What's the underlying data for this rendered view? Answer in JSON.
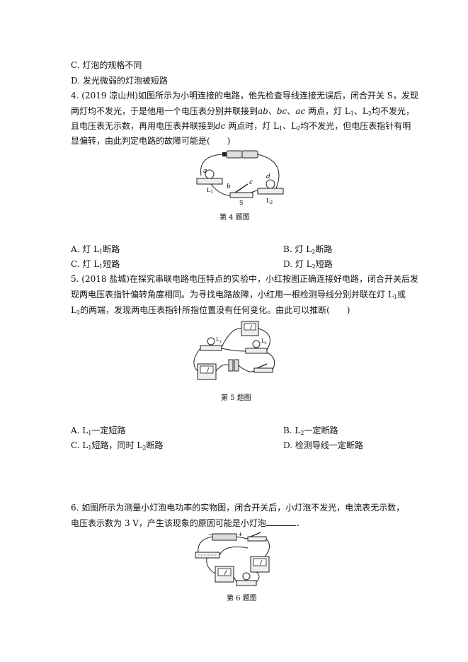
{
  "q3": {
    "opt_c": "C. 灯泡的规格不同",
    "opt_d": "D. 发光微弱的灯泡被短路"
  },
  "q4": {
    "line1": "4. (2019 凉山州)如图所示为小明连接的电路，他先检查导线连接无误后，闭合开关 S，发现",
    "line2_a": "两灯均不发光，于是他用一个电压表分别并联接到",
    "line2_ab": "ab",
    "line2_sep1": "、",
    "line2_bc": "bc",
    "line2_sep2": "、",
    "line2_ac": "ac",
    "line2_b": " 两点，灯 L",
    "line2_sub1": "1",
    "line2_c": "、L",
    "line2_sub2": "2",
    "line2_d": "均不发光，",
    "line3_a": "且电压表无示数，再用电压表并联接到",
    "line3_dc": "dc",
    "line3_b": " 两点时，灯 L",
    "line3_sub1": "1",
    "line3_c": "、L",
    "line3_sub2": "2",
    "line3_d": "均不发光，但电压表指针有明",
    "line4": "显偏转，由此判定电路的故障可能是(　　)",
    "figure_labels": {
      "a": "a",
      "b": "b",
      "c": "c",
      "d": "d",
      "L1": "L",
      "L1_sub": "1",
      "S": "S",
      "L2": "L",
      "L2_sub": "2"
    },
    "caption": "第 4 题图",
    "opt_a_pre": "A. 灯 L",
    "opt_a_sub": "1",
    "opt_a_post": "断路",
    "opt_b_pre": "B. 灯 L",
    "opt_b_sub": "2",
    "opt_b_post": "断路",
    "opt_c_pre": "C. 灯 L",
    "opt_c_sub": "1",
    "opt_c_post": "短路",
    "opt_d_pre": "D. 灯 L",
    "opt_d_sub": "2",
    "opt_d_post": "短路"
  },
  "q5": {
    "line1": "5. (2018 盐城)在探究串联电路电压特点的实验中，小红按图正确连接好电路，闭合开关后发",
    "line2_a": "现两电压表指针偏转角度相同。为寻找电路故障，小红用一根检测导线分别并联在灯 L",
    "line2_sub": "1",
    "line2_b": "或",
    "line3_a": "L",
    "line3_sub": "2",
    "line3_b": "的两端，发现两电压表指针所指位置没有任何变化。由此可以推断(　　)",
    "figure_labels": {
      "L1": "L",
      "L1_sub": "1",
      "L2": "L",
      "L2_sub": "2"
    },
    "caption": "第 5 题图",
    "opt_a_pre": "A. L",
    "opt_a_sub": "1",
    "opt_a_post": "一定短路",
    "opt_b_pre": "B. L",
    "opt_b_sub": "2",
    "opt_b_post": "一定断路",
    "opt_c_pre": "C. L",
    "opt_c_sub": "1",
    "opt_c_mid": "短路，同时 L",
    "opt_c_sub2": "2",
    "opt_c_post": "断路",
    "opt_d": "D. 检测导线一定断路"
  },
  "q6": {
    "line1": "6. 如图所示为测量小灯泡电功率的实物图，闭合开关后，小灯泡不发光，电流表无示数，",
    "line2_a": "电压表示数为 3 V，产生该现象的原因可能是小灯泡",
    "line2_b": "．",
    "figure_labels": {
      "minus": "−",
      "plus": "+"
    },
    "caption": "第 6 题图"
  }
}
